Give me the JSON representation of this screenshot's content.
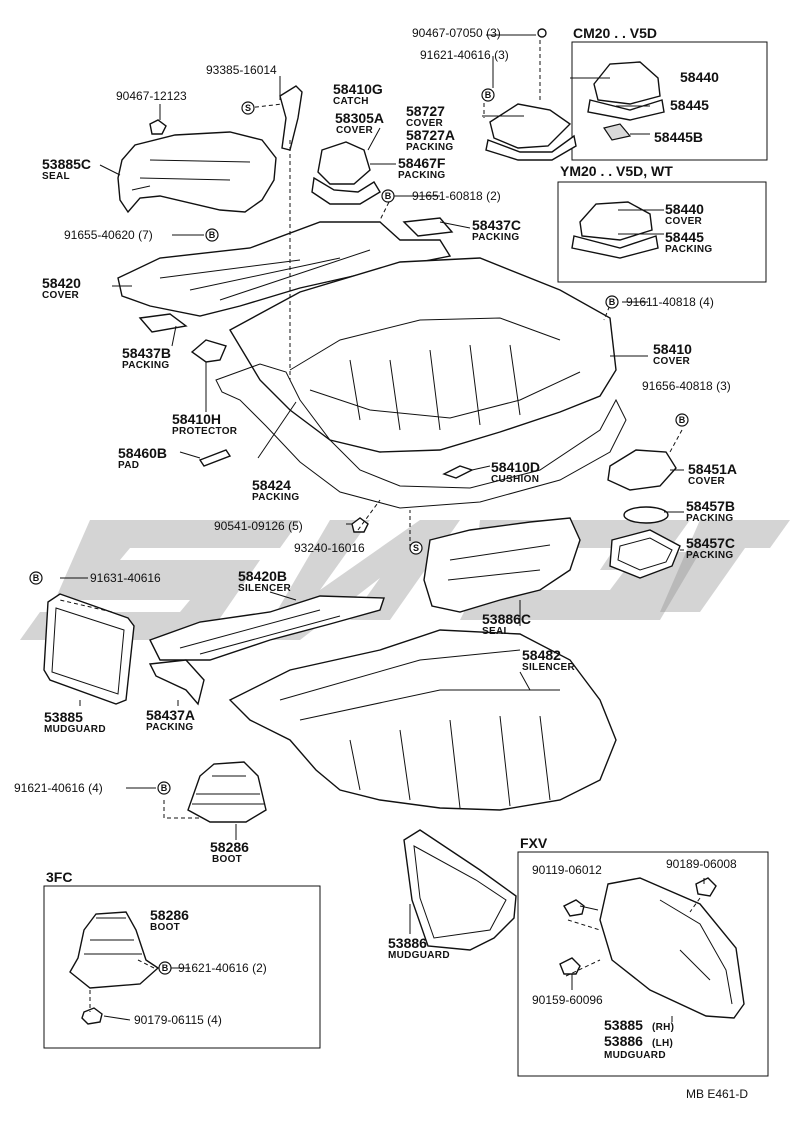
{
  "diagram": {
    "footer_code": "MB  E461-D",
    "marks": {
      "b": "B",
      "s": "S"
    },
    "groups": {
      "cm20": "CM20 . . V5D",
      "ym20": "YM20 . . V5D, WT",
      "f3c": "3FC",
      "fxv": "FXV"
    },
    "labels": [
      {
        "id": "l1",
        "num": "90467-07050 (3)"
      },
      {
        "id": "l2",
        "num": "91621-40616 (3)"
      },
      {
        "id": "l3",
        "num": "58440"
      },
      {
        "id": "l4",
        "num": "58445"
      },
      {
        "id": "l5",
        "num": "58445B"
      },
      {
        "id": "l6",
        "num": "93385-16014"
      },
      {
        "id": "l7",
        "num": "58410G",
        "cap": "CATCH"
      },
      {
        "id": "l8",
        "num": "90467-12123"
      },
      {
        "id": "l9",
        "num": "58305A",
        "cap": "COVER"
      },
      {
        "id": "l10",
        "num": "58727",
        "cap": "COVER"
      },
      {
        "id": "l11",
        "num": "58727A",
        "cap": "PACKING"
      },
      {
        "id": "l12",
        "num": "53885C",
        "cap": "SEAL"
      },
      {
        "id": "l13",
        "num": "58467F",
        "cap": "PACKING"
      },
      {
        "id": "l14",
        "num": "91651-60818 (2)"
      },
      {
        "id": "l15",
        "num": "58440",
        "cap": "COVER"
      },
      {
        "id": "l16",
        "num": "58445",
        "cap": "PACKING"
      },
      {
        "id": "l17",
        "num": "58437C",
        "cap": "PACKING"
      },
      {
        "id": "l18",
        "num": "91655-40620 (7)"
      },
      {
        "id": "l19",
        "num": "58420",
        "cap": "COVER"
      },
      {
        "id": "l20",
        "num": "91611-40818 (4)"
      },
      {
        "id": "l21",
        "num": "58437B",
        "cap": "PACKING"
      },
      {
        "id": "l22",
        "num": "58410",
        "cap": "COVER"
      },
      {
        "id": "l23",
        "num": "91656-40818 (3)"
      },
      {
        "id": "l24",
        "num": "58410H",
        "cap": "PROTECTOR"
      },
      {
        "id": "l25",
        "num": "58460B",
        "cap": "PAD"
      },
      {
        "id": "l26",
        "num": "58424",
        "cap": "PACKING"
      },
      {
        "id": "l27",
        "num": "58410D",
        "cap": "CUSHION"
      },
      {
        "id": "l28",
        "num": "58451A",
        "cap": "COVER"
      },
      {
        "id": "l29",
        "num": "58457B",
        "cap": "PACKING"
      },
      {
        "id": "l30",
        "num": "90541-09126 (5)"
      },
      {
        "id": "l31",
        "num": "93240-16016"
      },
      {
        "id": "l32",
        "num": "58457C",
        "cap": "PACKING"
      },
      {
        "id": "l33",
        "num": "91631-40616"
      },
      {
        "id": "l34",
        "num": "58420B",
        "cap": "SILENCER"
      },
      {
        "id": "l35",
        "num": "53886C",
        "cap": "SEAL"
      },
      {
        "id": "l36",
        "num": "58482",
        "cap": "SILENCER"
      },
      {
        "id": "l37",
        "num": "53885",
        "cap": "MUDGUARD"
      },
      {
        "id": "l38",
        "num": "58437A",
        "cap": "PACKING"
      },
      {
        "id": "l39",
        "num": "91621-40616 (4)"
      },
      {
        "id": "l40",
        "num": "58286",
        "cap": "BOOT"
      },
      {
        "id": "l41",
        "num": "53886",
        "cap": "MUDGUARD"
      },
      {
        "id": "l42",
        "num": "58286",
        "cap": "BOOT"
      },
      {
        "id": "l43",
        "num": "91621-40616 (2)"
      },
      {
        "id": "l44",
        "num": "90179-06115 (4)"
      },
      {
        "id": "l45",
        "num": "90119-06012"
      },
      {
        "id": "l46",
        "num": "90189-06008"
      },
      {
        "id": "l47",
        "num": "90159-60096"
      },
      {
        "id": "l48",
        "num": "53885",
        "sub": "(RH)"
      },
      {
        "id": "l49",
        "num": "53886",
        "sub": "(LH)",
        "cap": "MUDGUARD"
      }
    ]
  }
}
